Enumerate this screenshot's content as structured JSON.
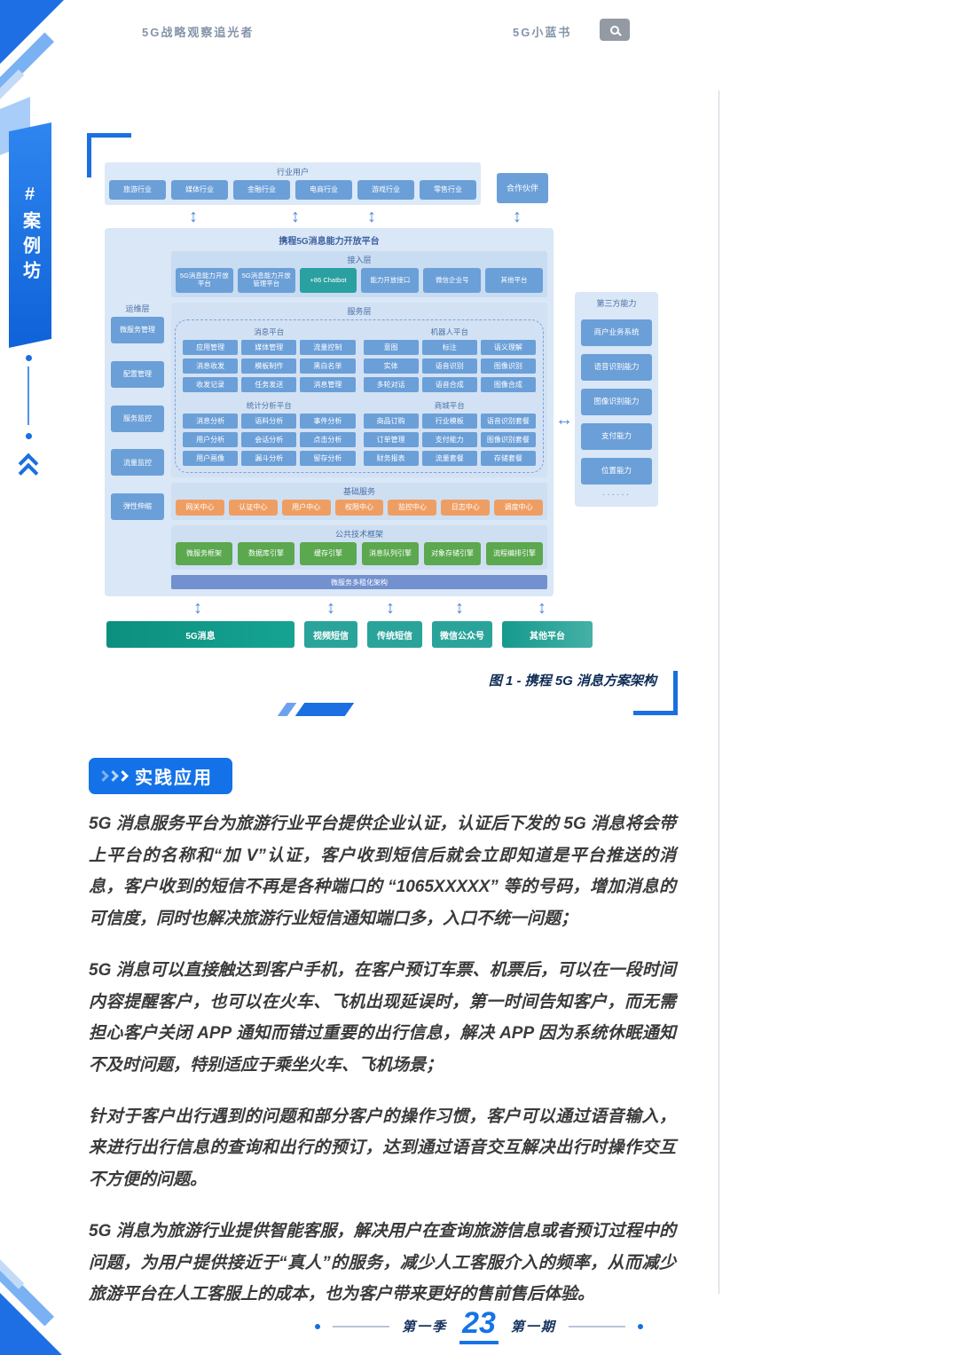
{
  "header": {
    "left_title": "5G战略观察追光者",
    "right_title": "5G小蓝书"
  },
  "sidebar": {
    "tag": "#案例坊"
  },
  "figure": {
    "caption": "图 1 - 携程 5G 消息方案架构",
    "industry": {
      "title": "行业用户",
      "items": [
        "旅游行业",
        "媒体行业",
        "金融行业",
        "电商行业",
        "游戏行业",
        "零售行业"
      ]
    },
    "partner": "合作伙伴",
    "platform": {
      "title": "携程5G消息能力开放平台",
      "access": {
        "title": "接入层",
        "items": [
          "5G消息能力开放平台",
          "5G消息能力开放管理平台",
          "+86 Chatbot",
          "能力开放接口",
          "微信企业号",
          "其他平台"
        ]
      },
      "ops": {
        "title": "运维层",
        "items": [
          "微服务管理",
          "配置管理",
          "服务监控",
          "流量监控",
          "弹性伸缩"
        ]
      },
      "service": {
        "title": "服务层",
        "quadrants": [
          {
            "title": "消息平台",
            "items": [
              "应用管理",
              "媒体管理",
              "流量控制",
              "消息收发",
              "模板制作",
              "黑白名单",
              "收发记录",
              "任务发送",
              "消息管理"
            ]
          },
          {
            "title": "机器人平台",
            "items": [
              "意图",
              "标注",
              "语义理解",
              "实体",
              "语音识别",
              "图像识别",
              "多轮对话",
              "语音合成",
              "图像合成"
            ]
          },
          {
            "title": "统计分析平台",
            "items": [
              "消息分析",
              "语料分析",
              "事件分析",
              "用户分析",
              "会话分析",
              "点击分析",
              "用户画像",
              "漏斗分析",
              "留存分析"
            ]
          },
          {
            "title": "商城平台",
            "items": [
              "商品订购",
              "行业模板",
              "语音识别套餐",
              "订单管理",
              "支付能力",
              "图像识别套餐",
              "财务报表",
              "流量套餐",
              "存储套餐"
            ]
          }
        ]
      },
      "basic": {
        "title": "基础服务",
        "items": [
          "网关中心",
          "认证中心",
          "用户中心",
          "权限中心",
          "监控中心",
          "日志中心",
          "调度中心"
        ]
      },
      "tech": {
        "title": "公共技术框架",
        "items": [
          "微服务框架",
          "数据库引擎",
          "缓存引擎",
          "消息队列引擎",
          "对象存储引擎",
          "流程编排引擎"
        ]
      },
      "bottom_bar": "微服务多租化架构"
    },
    "third_party": {
      "title": "第三方能力",
      "items": [
        "商户业务系统",
        "语音识别能力",
        "图像识别能力",
        "支付能力",
        "位置能力"
      ],
      "more": "······"
    },
    "channels": [
      "5G消息",
      "视频短信",
      "传统短信",
      "微信公众号",
      "其他平台"
    ]
  },
  "content": {
    "badge": "实践应用",
    "paragraphs": [
      "5G 消息服务平台为旅游行业平台提供企业认证，认证后下发的 5G 消息将会带上平台的名称和“加 V”认证，客户收到短信后就会立即知道是平台推送的消息，客户收到的短信不再是各种端口的 “1065XXXXX” 等的号码，增加消息的可信度，同时也解决旅游行业短信通知端口多，入口不统一问题；",
      "5G 消息可以直接触达到客户手机，在客户预订车票、机票后，可以在一段时间内容提醒客户，也可以在火车、飞机出现延误时，第一时间告知客户，而无需担心客户关闭 APP 通知而错过重要的出行信息，解决 APP 因为系统休眠通知不及时问题，特别适应于乘坐火车、飞机场景；",
      "针对于客户出行遇到的问题和部分客户的操作习惯，客户可以通过语音输入，来进行出行信息的查询和出行的预订，达到通过语音交互解决出行时操作交互不方便的问题。",
      "5G 消息为旅游行业提供智能客服，解决用户在查询旅游信息或者预订过程中的问题，为用户提供接近于“真人”的服务，减少人工客服介入的频率，从而减少旅游平台在人工客服上的成本，也为客户带来更好的售前售后体验。"
    ]
  },
  "footer": {
    "left": "第一季",
    "page": "23",
    "right": "第一期"
  }
}
